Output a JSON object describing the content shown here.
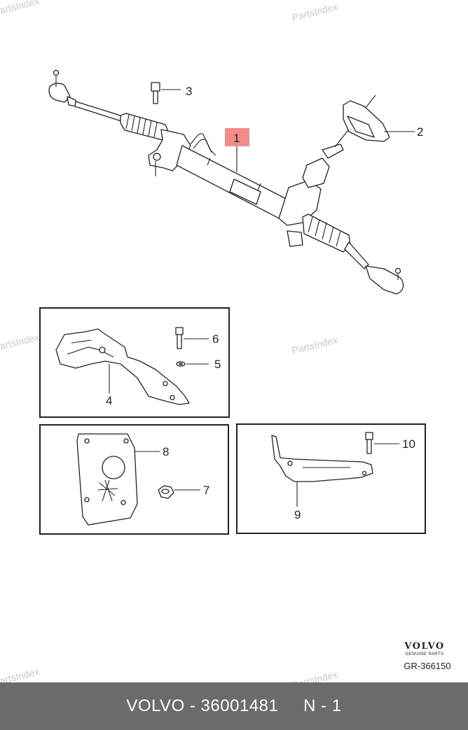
{
  "watermark": "PartsIndex",
  "callouts": {
    "c1": "1",
    "c2": "2",
    "c3": "3",
    "c4": "4",
    "c5": "5",
    "c6": "6",
    "c7": "7",
    "c8": "8",
    "c9": "9",
    "c10": "10"
  },
  "brand": {
    "name": "VOLVO",
    "tagline": "GENUINE PARTS"
  },
  "reference": "GR-366150",
  "footer": {
    "text": "VOLVO - 36001481     N - 1"
  },
  "colors": {
    "highlight": "#f28b8b",
    "footer_bg": "#6b6b6b",
    "footer_text": "#ffffff"
  }
}
